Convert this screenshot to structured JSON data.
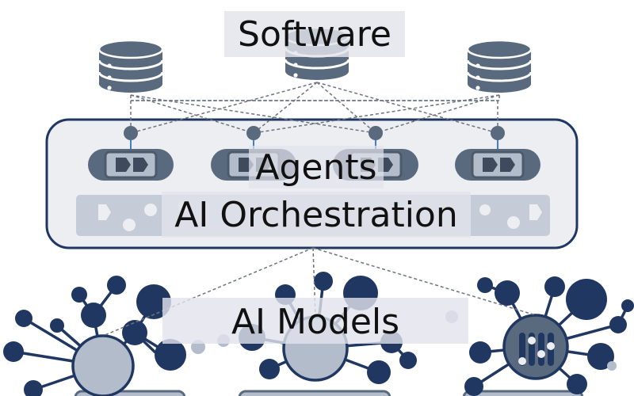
{
  "labels": {
    "software": "Software",
    "agents": "Agents",
    "orchestration": "AI Orchestration",
    "models": "AI Models"
  },
  "icons": {
    "databases": [
      "database-icon",
      "database-icon",
      "database-icon"
    ],
    "agents": [
      "agent-icon",
      "agent-icon",
      "agent-icon",
      "agent-icon"
    ],
    "models": [
      "neural-network-icon",
      "neural-network-icon",
      "neural-network-icon"
    ],
    "equalizer": "equalizer-icon"
  },
  "colors": {
    "navy": "#1f3761",
    "slate": "#5a6a7e",
    "node_fill": "#b3bccb",
    "panel_fill": "#eceef2",
    "bar_fill": "#c6ccd7",
    "connector": "#6d7480"
  }
}
